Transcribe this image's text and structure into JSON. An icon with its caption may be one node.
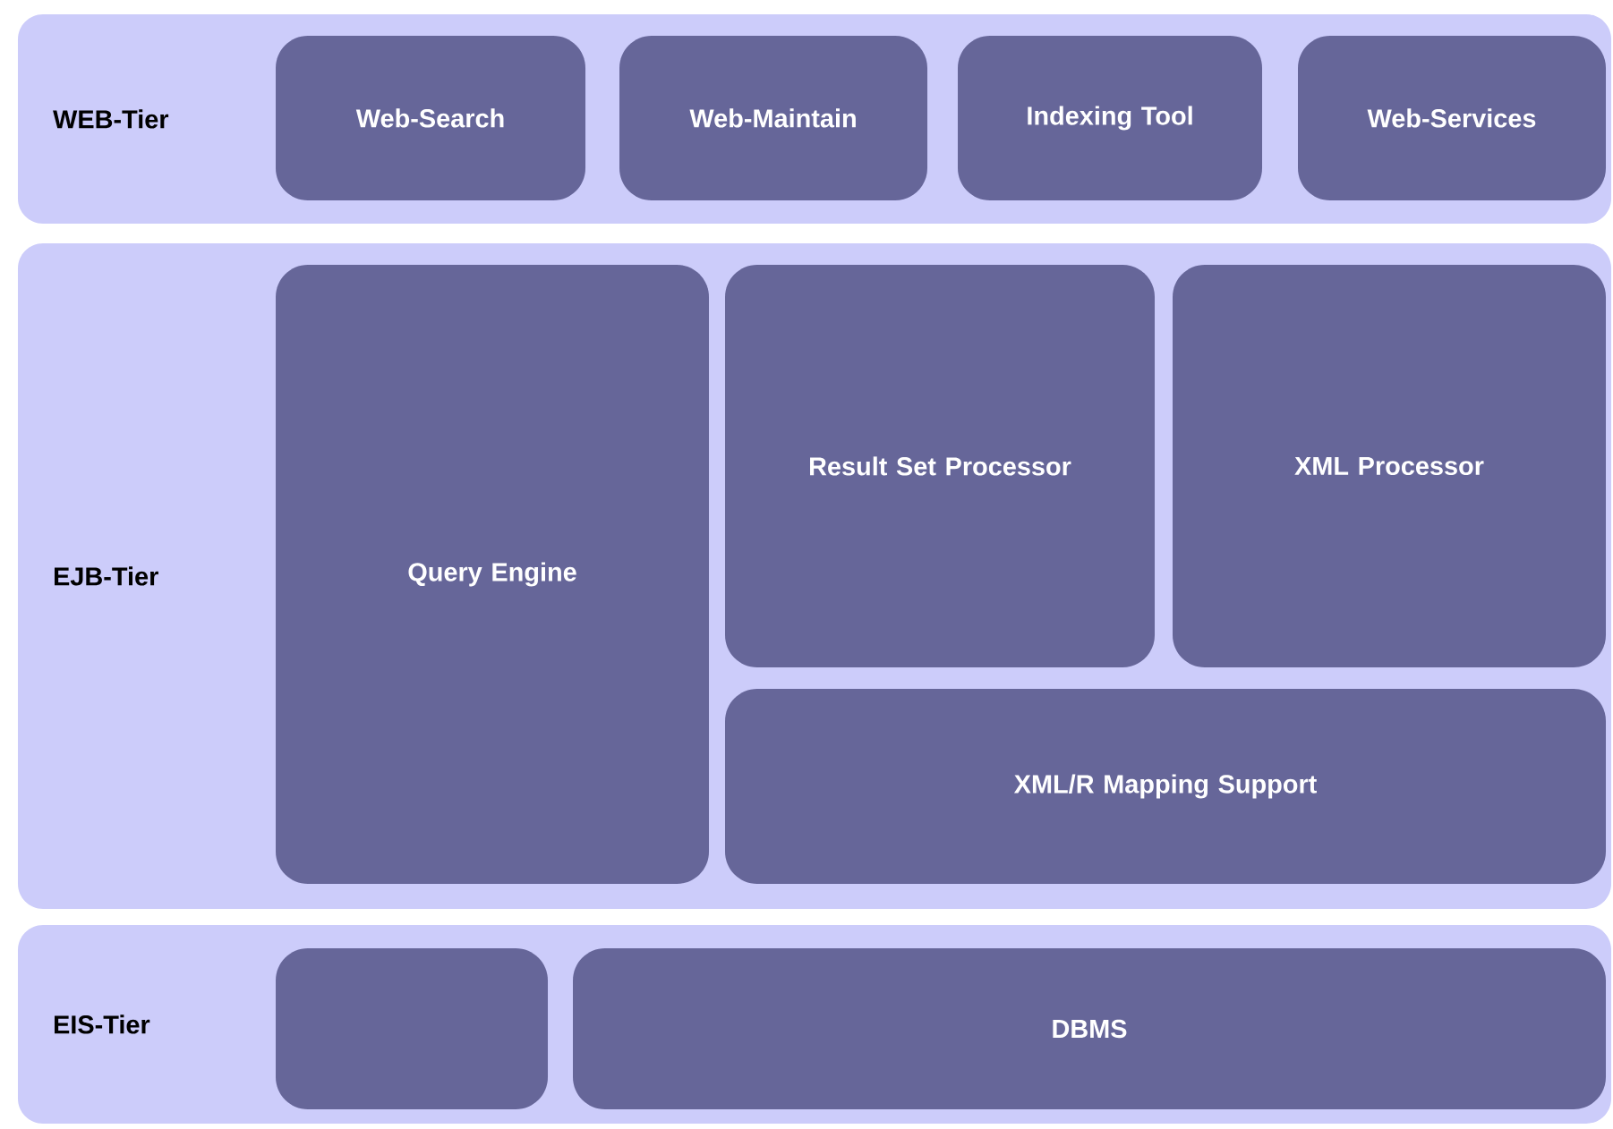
{
  "diagram": {
    "nodes": [
      {
        "text": [
          "WEB-Tier"
        ]
      },
      {
        "text": [
          "Web-Search"
        ],
        "in": 0
      },
      {
        "text": [
          "Web-Maintain"
        ],
        "in": 0
      },
      {
        "text": [
          "Indexing Tool"
        ],
        "in": 0
      },
      {
        "text": [
          "Web-Services"
        ],
        "in": 0
      },
      {
        "text": [
          "EJB-Tier"
        ]
      },
      {
        "text": [
          "Query Engine"
        ],
        "in": 5
      },
      {
        "text": [
          "Result Set Processor"
        ],
        "in": 5
      },
      {
        "text": [
          "XML Processor"
        ],
        "in": 5
      },
      {
        "text": [
          "XML/R Mapping Support"
        ],
        "in": 5
      },
      {
        "text": [
          "EIS-Tier"
        ]
      },
      {
        "text": [],
        "shape": "box",
        "in": 10
      },
      {
        "text": [
          "DBMS"
        ],
        "in": 10
      }
    ]
  }
}
